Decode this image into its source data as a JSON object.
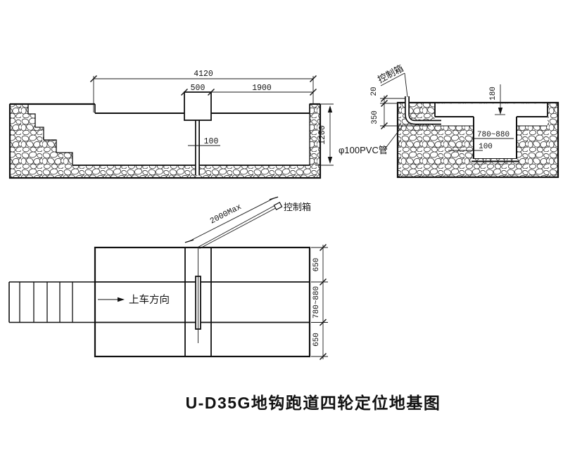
{
  "drawing": {
    "title": "U-D35G地钩跑道四轮定位地基图",
    "section_side": {
      "dim_overall": "4120",
      "dim_box": "500",
      "dim_right": "1900",
      "dim_pipe": "100",
      "dim_depth": "1200"
    },
    "section_cross": {
      "label_control_box": "控制箱",
      "label_pipe": "φ100PVC管",
      "dim_stub": "20",
      "dim_conduit_depth": "350",
      "dim_recess": "180",
      "dim_trench": "780~880",
      "dim_slab": "100"
    },
    "plan": {
      "label_control_box": "控制箱",
      "dim_conduit": "2000Max",
      "label_direction": "上车方向",
      "dim_top": "650",
      "dim_mid": "780~880",
      "dim_bottom": "650"
    }
  }
}
